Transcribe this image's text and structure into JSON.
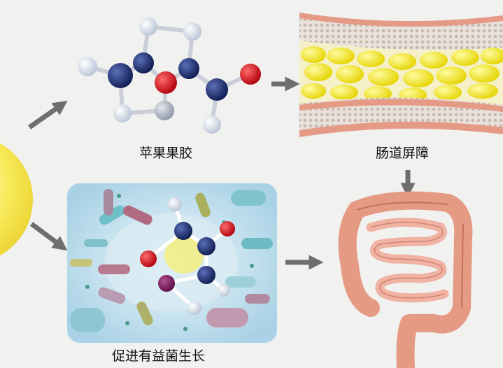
{
  "labels": {
    "pectin": "苹果果胶",
    "barrier": "肠道屏障",
    "probiotic": "促进有益菌生长"
  },
  "colors": {
    "background": "#f1f1f0",
    "arrow": "#6e6e6e",
    "apple": "#f6e64a",
    "atom_blue": "#1b2a6b",
    "atom_red": "#d8121e",
    "atom_white": "#e8edf5",
    "fat_yellow": "#f2ea2a",
    "intestine": "#e79a84",
    "panel_blue": "#bfe0ee"
  }
}
